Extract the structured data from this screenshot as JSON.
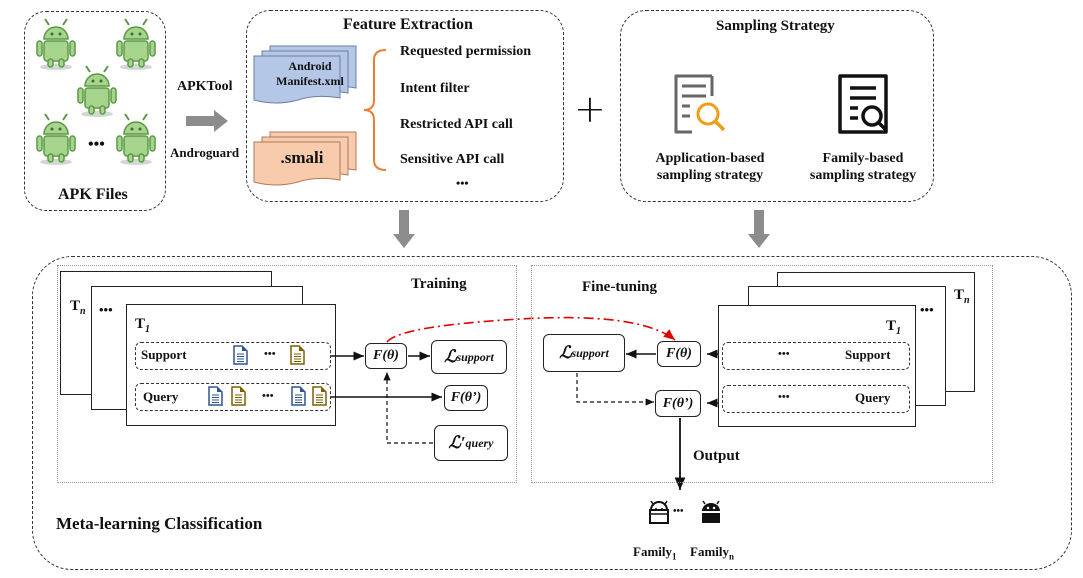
{
  "apk_panel": {
    "title": "APK Files",
    "dots": "•••"
  },
  "tools": {
    "top": "APKTool",
    "bottom": "Androguard"
  },
  "feature_extraction": {
    "title": "Feature Extraction",
    "manifest_line1": "Android",
    "manifest_line2": "Manifest.xml",
    "smali": ".smali",
    "features": [
      "Requested permission",
      "Intent filter",
      "Restricted API call",
      "Sensitive API call"
    ],
    "more": "•••"
  },
  "plus": "+",
  "sampling": {
    "title": "Sampling Strategy",
    "app_line1": "Application-based",
    "app_line2": "sampling strategy",
    "fam_line1": "Family-based",
    "fam_line2": "sampling strategy"
  },
  "training": {
    "title": "Training",
    "tn": "T",
    "tn_sub": "n",
    "t1": "T",
    "t1_sub": "1",
    "dots": "•••",
    "support": "Support",
    "query": "Query",
    "f_theta": "F(θ)",
    "f_theta_prime": "F(θ’)",
    "l_support": "ℒ",
    "l_support_sub": "support",
    "l_query": "ℒ′",
    "l_query_sub": "query"
  },
  "finetuning": {
    "title": "Fine-tuning",
    "tn": "T",
    "tn_sub": "n",
    "t1": "T",
    "t1_sub": "1",
    "dots": "•••",
    "support": "Support",
    "query": "Query",
    "f_theta": "F(θ)",
    "f_theta_prime": "F(θ’)",
    "l_support": "ℒ",
    "l_support_sub": "support",
    "output": "Output"
  },
  "meta_title": "Meta-learning Classification",
  "families": {
    "first": "Family",
    "first_sub": "1",
    "last": "Family",
    "last_sub": "n",
    "dots": "•••"
  },
  "colors": {
    "android_green": "#8cc06d",
    "manifest_blue": "#b4c7e7",
    "smali_orange": "#f8cbad",
    "brace_orange": "#ed7d31",
    "doc_blue": "#2f5597",
    "doc_gold": "#7f6000",
    "red_dash": "#e00000",
    "arrow_gray": "#8c8c8c"
  }
}
